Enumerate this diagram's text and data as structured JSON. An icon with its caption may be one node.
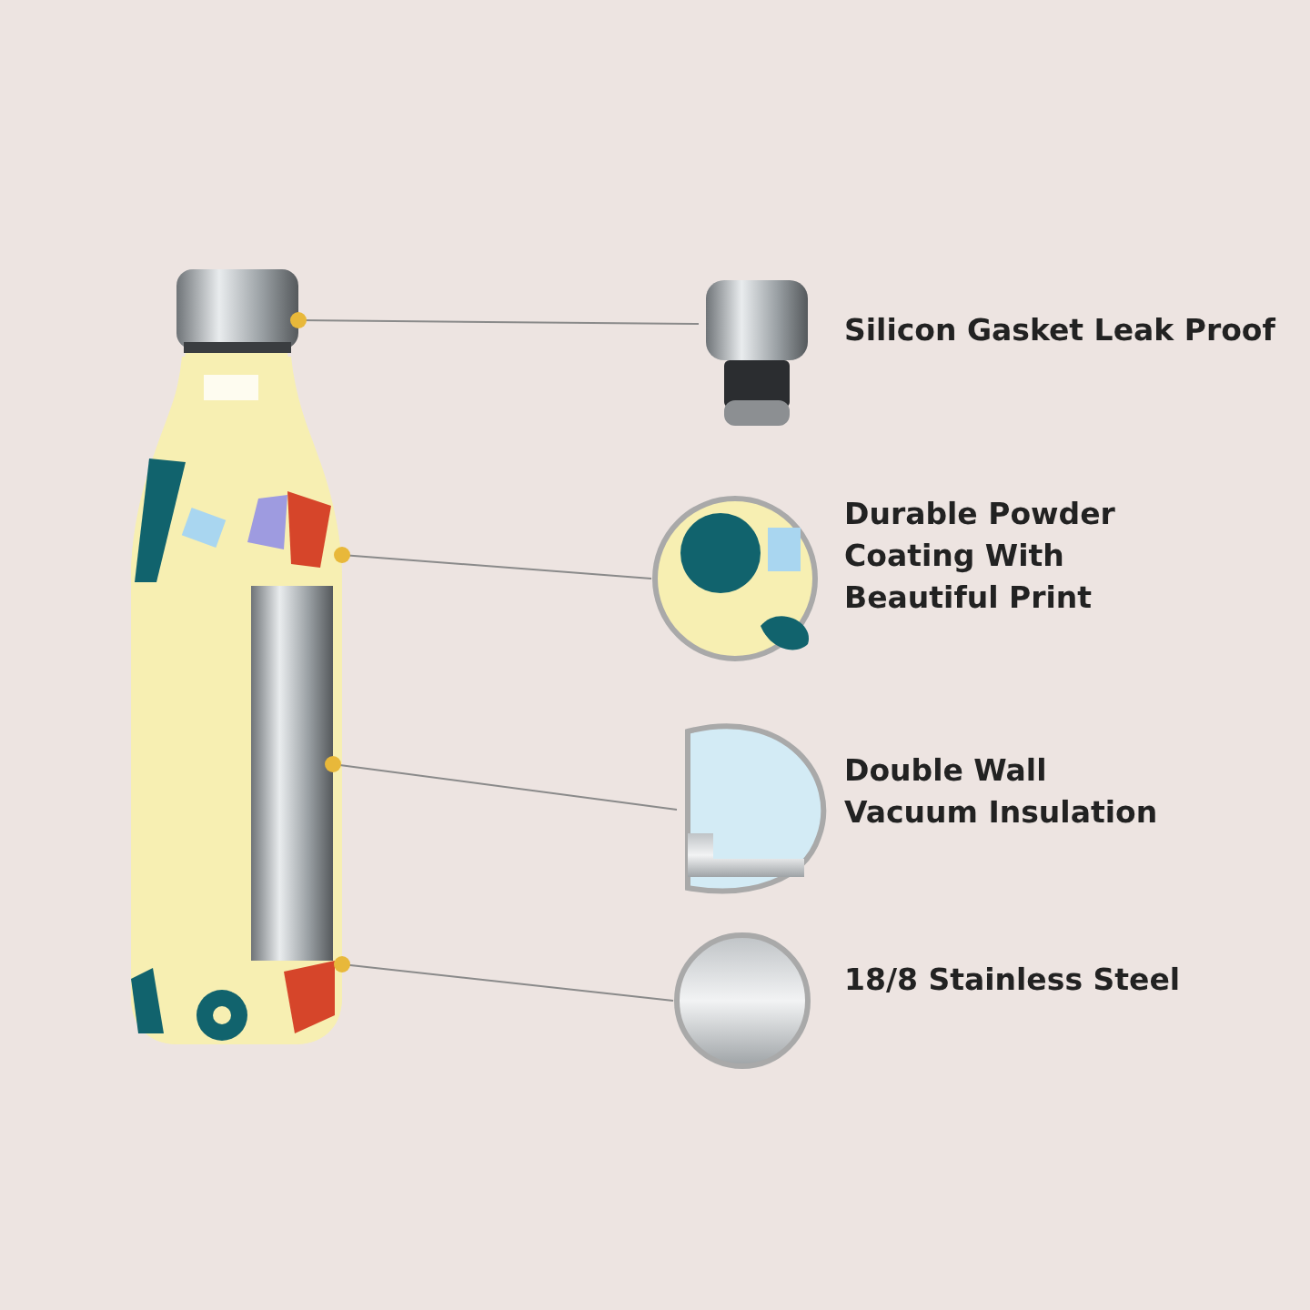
{
  "diagram": {
    "nodes": [
      {
        "text": [],
        "shape": "picture"
      },
      {
        "text": [],
        "shape": "picture"
      },
      {
        "text": [],
        "shape": "picture",
        "in": 0
      },
      {
        "text": [],
        "shape": "picture",
        "in": 0
      },
      {
        "text": [],
        "shape": "picture",
        "in": 0
      },
      {
        "text": [],
        "shape": "picture",
        "beside": [
          "Silicon Gasket Leak Proof"
        ]
      },
      {
        "text": [],
        "shape": "picture",
        "beside": [
          "Durable Powder Coating With Beautiful Print"
        ]
      },
      {
        "text": [],
        "shape": "picture",
        "beside": [
          "Double Wall Vacuum Insulation"
        ]
      },
      {
        "text": [],
        "shape": "picture",
        "beside": [
          "18/8 Stainless Steel"
        ]
      }
    ],
    "edges": [
      {
        "from": 1,
        "to": 5,
        "arrow": "other"
      },
      {
        "from": 2,
        "to": 6,
        "arrow": "other"
      },
      {
        "from": 3,
        "to": 7,
        "arrow": "other"
      },
      {
        "from": 4,
        "to": 8,
        "arrow": "other"
      }
    ]
  }
}
